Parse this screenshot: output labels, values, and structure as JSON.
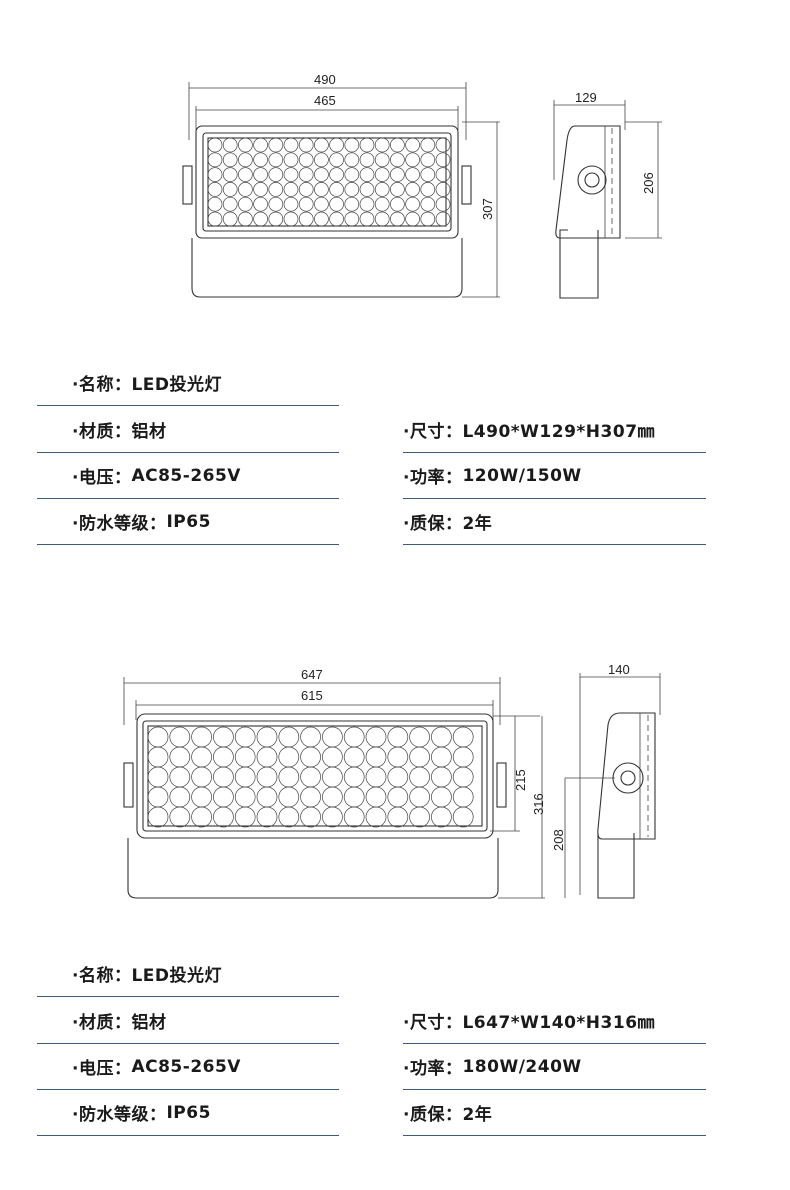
{
  "products": [
    {
      "dims": {
        "top_width": "490",
        "inner_width": "465",
        "height": "307",
        "side_depth": "129",
        "side_height": "206"
      },
      "specs": [
        {
          "label": "·名称：",
          "value": "LED投光灯"
        },
        {
          "label": "·材质：",
          "value": "铝材"
        },
        {
          "label": "·尺寸：",
          "value": "L490*W129*H307㎜"
        },
        {
          "label": "·电压：",
          "value": "AC85-265V"
        },
        {
          "label": "·功率：",
          "value": "120W/150W"
        },
        {
          "label": "·防水等级：",
          "value": "IP65"
        },
        {
          "label": "·质保：",
          "value": "2年"
        }
      ]
    },
    {
      "dims": {
        "top_width": "647",
        "inner_width": "615",
        "height": "316",
        "inner_height": "215",
        "side_depth": "140",
        "side_height": "208"
      },
      "specs": [
        {
          "label": "·名称：",
          "value": "LED投光灯"
        },
        {
          "label": "·材质：",
          "value": "铝材"
        },
        {
          "label": "·尺寸：",
          "value": "L647*W140*H316㎜"
        },
        {
          "label": "·电压：",
          "value": "AC85-265V"
        },
        {
          "label": "·功率：",
          "value": "180W/240W"
        },
        {
          "label": "·防水等级：",
          "value": "IP65"
        },
        {
          "label": "·质保：",
          "value": "2年"
        }
      ]
    }
  ]
}
